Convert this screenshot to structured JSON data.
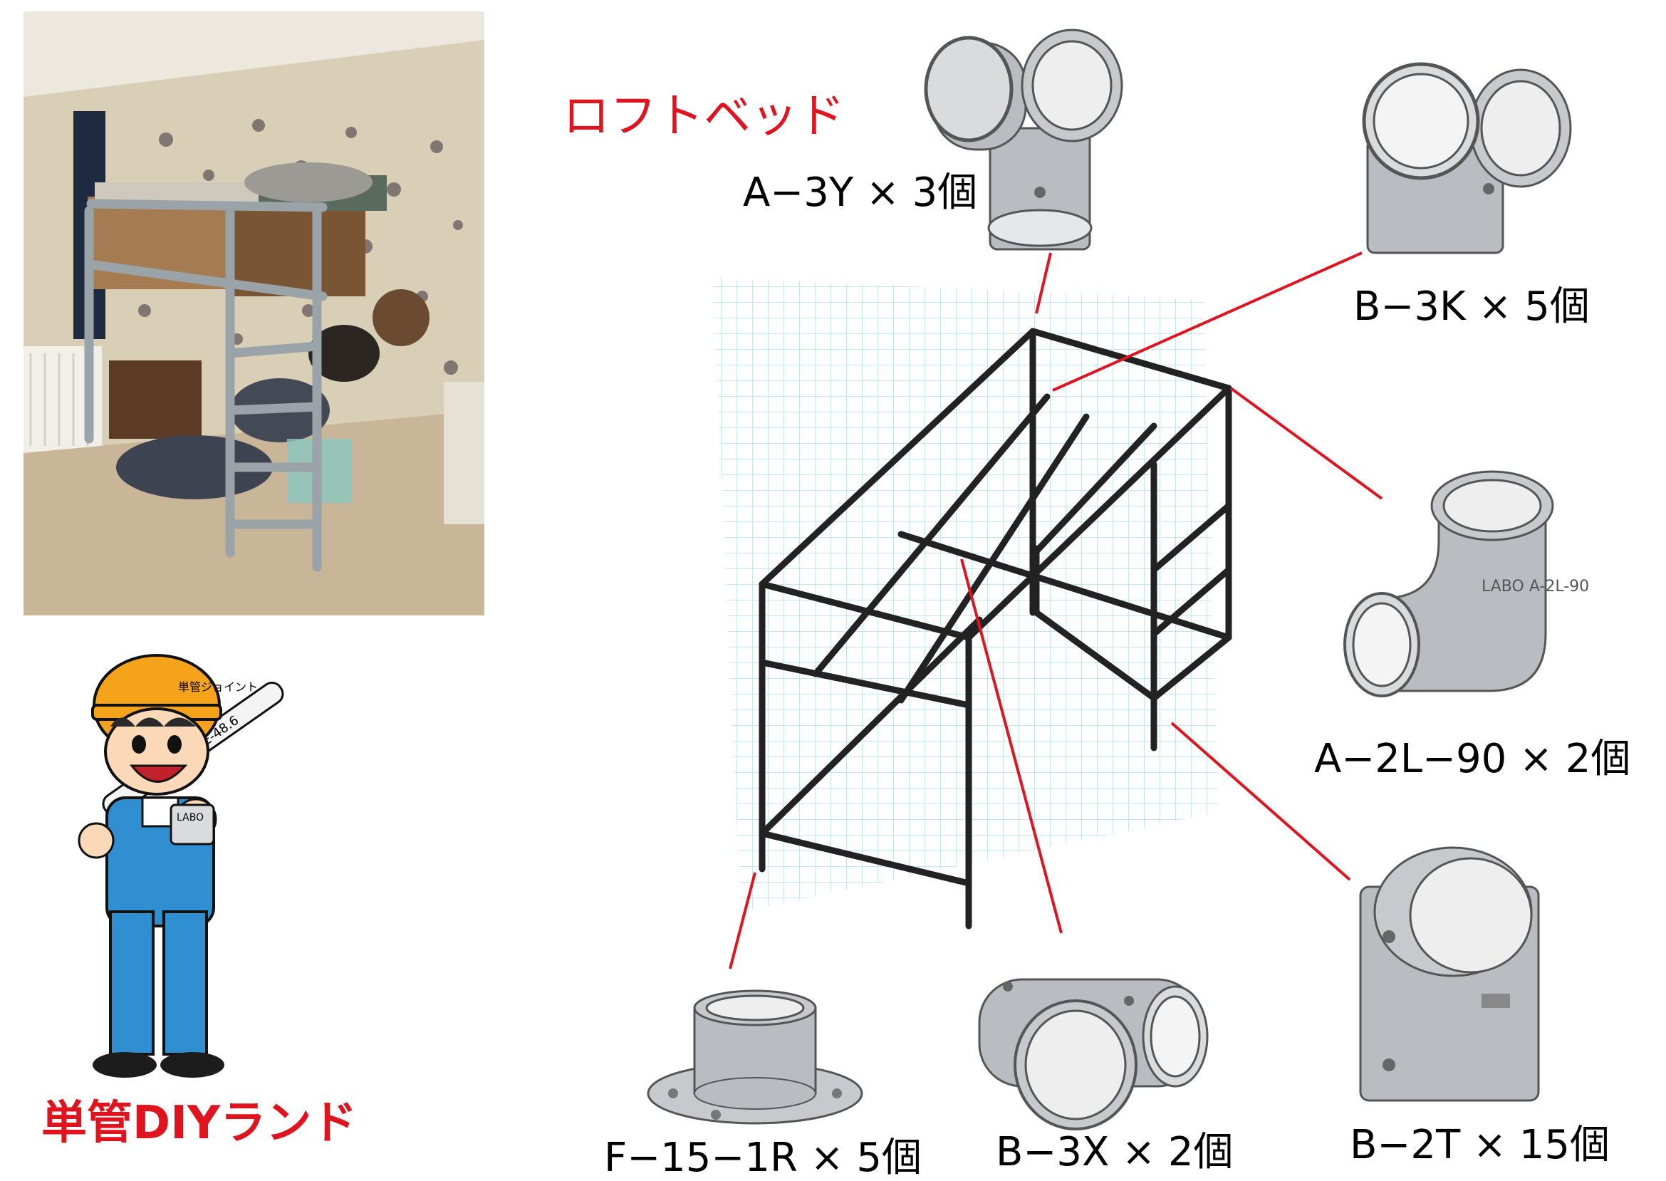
{
  "title": "ロフトベッド",
  "brand": "単管DIYランド",
  "photo": {
    "colors": {
      "wall": "#d8cfb6",
      "floor": "#c9b597",
      "frame": "#9aa3a8"
    }
  },
  "mascot": {
    "pipe_label": "PIPE-48.6",
    "helmet_text": "単管ジョイント",
    "joint_label": "LABO"
  },
  "parts": [
    {
      "id": "a3y",
      "label": "A−3Y × 3個"
    },
    {
      "id": "b3k",
      "label": "B−3K × 5個"
    },
    {
      "id": "a2l90",
      "label": "A−2L−90 × 2個",
      "stamp": "LABO A-2L-90"
    },
    {
      "id": "b2t",
      "label": "B−2T × 15個"
    },
    {
      "id": "b3x",
      "label": "B−3X × 2個"
    },
    {
      "id": "f151r",
      "label": "F−15−1R × 5個"
    }
  ],
  "colors": {
    "accent": "#e0141e",
    "frame_line": "#222222",
    "grid": "#bfe3f2",
    "metal": "#b9bcc0"
  }
}
